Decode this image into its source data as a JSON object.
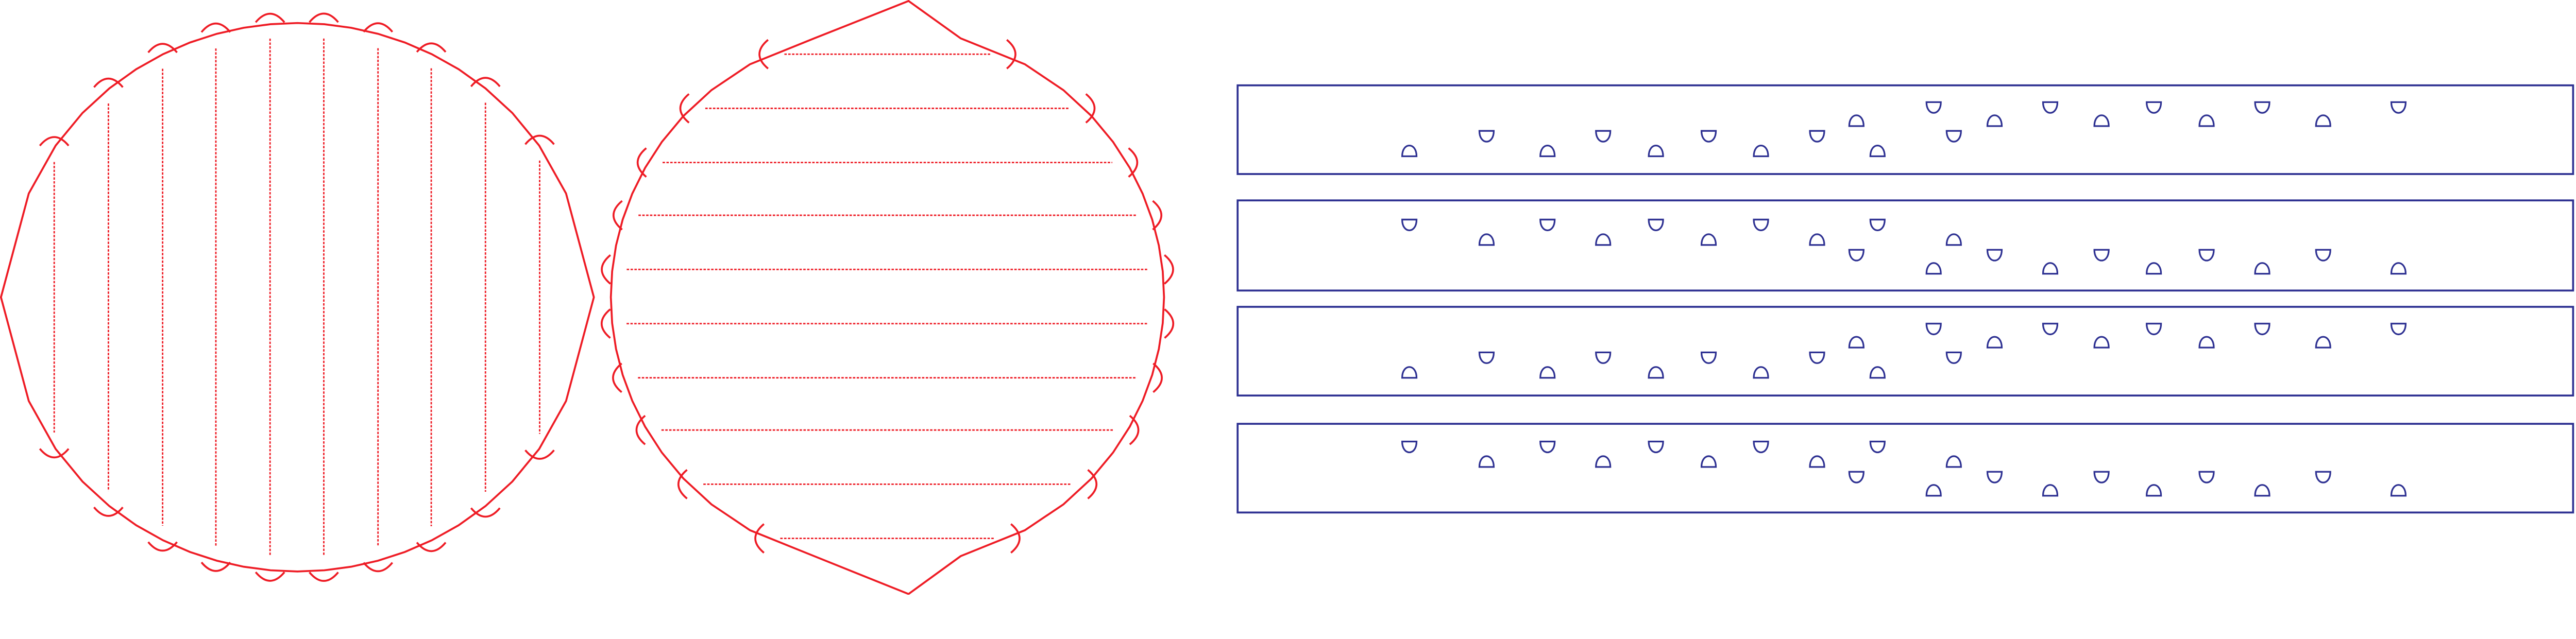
{
  "colors": {
    "background": "#ffffff",
    "cut_red": "#ee1c25",
    "cut_blue": "#2e3192"
  },
  "parts": {
    "left_piece": "vertical-slat-disc",
    "middle_piece": "horizontal-slat-disc",
    "strips_count": 4
  }
}
